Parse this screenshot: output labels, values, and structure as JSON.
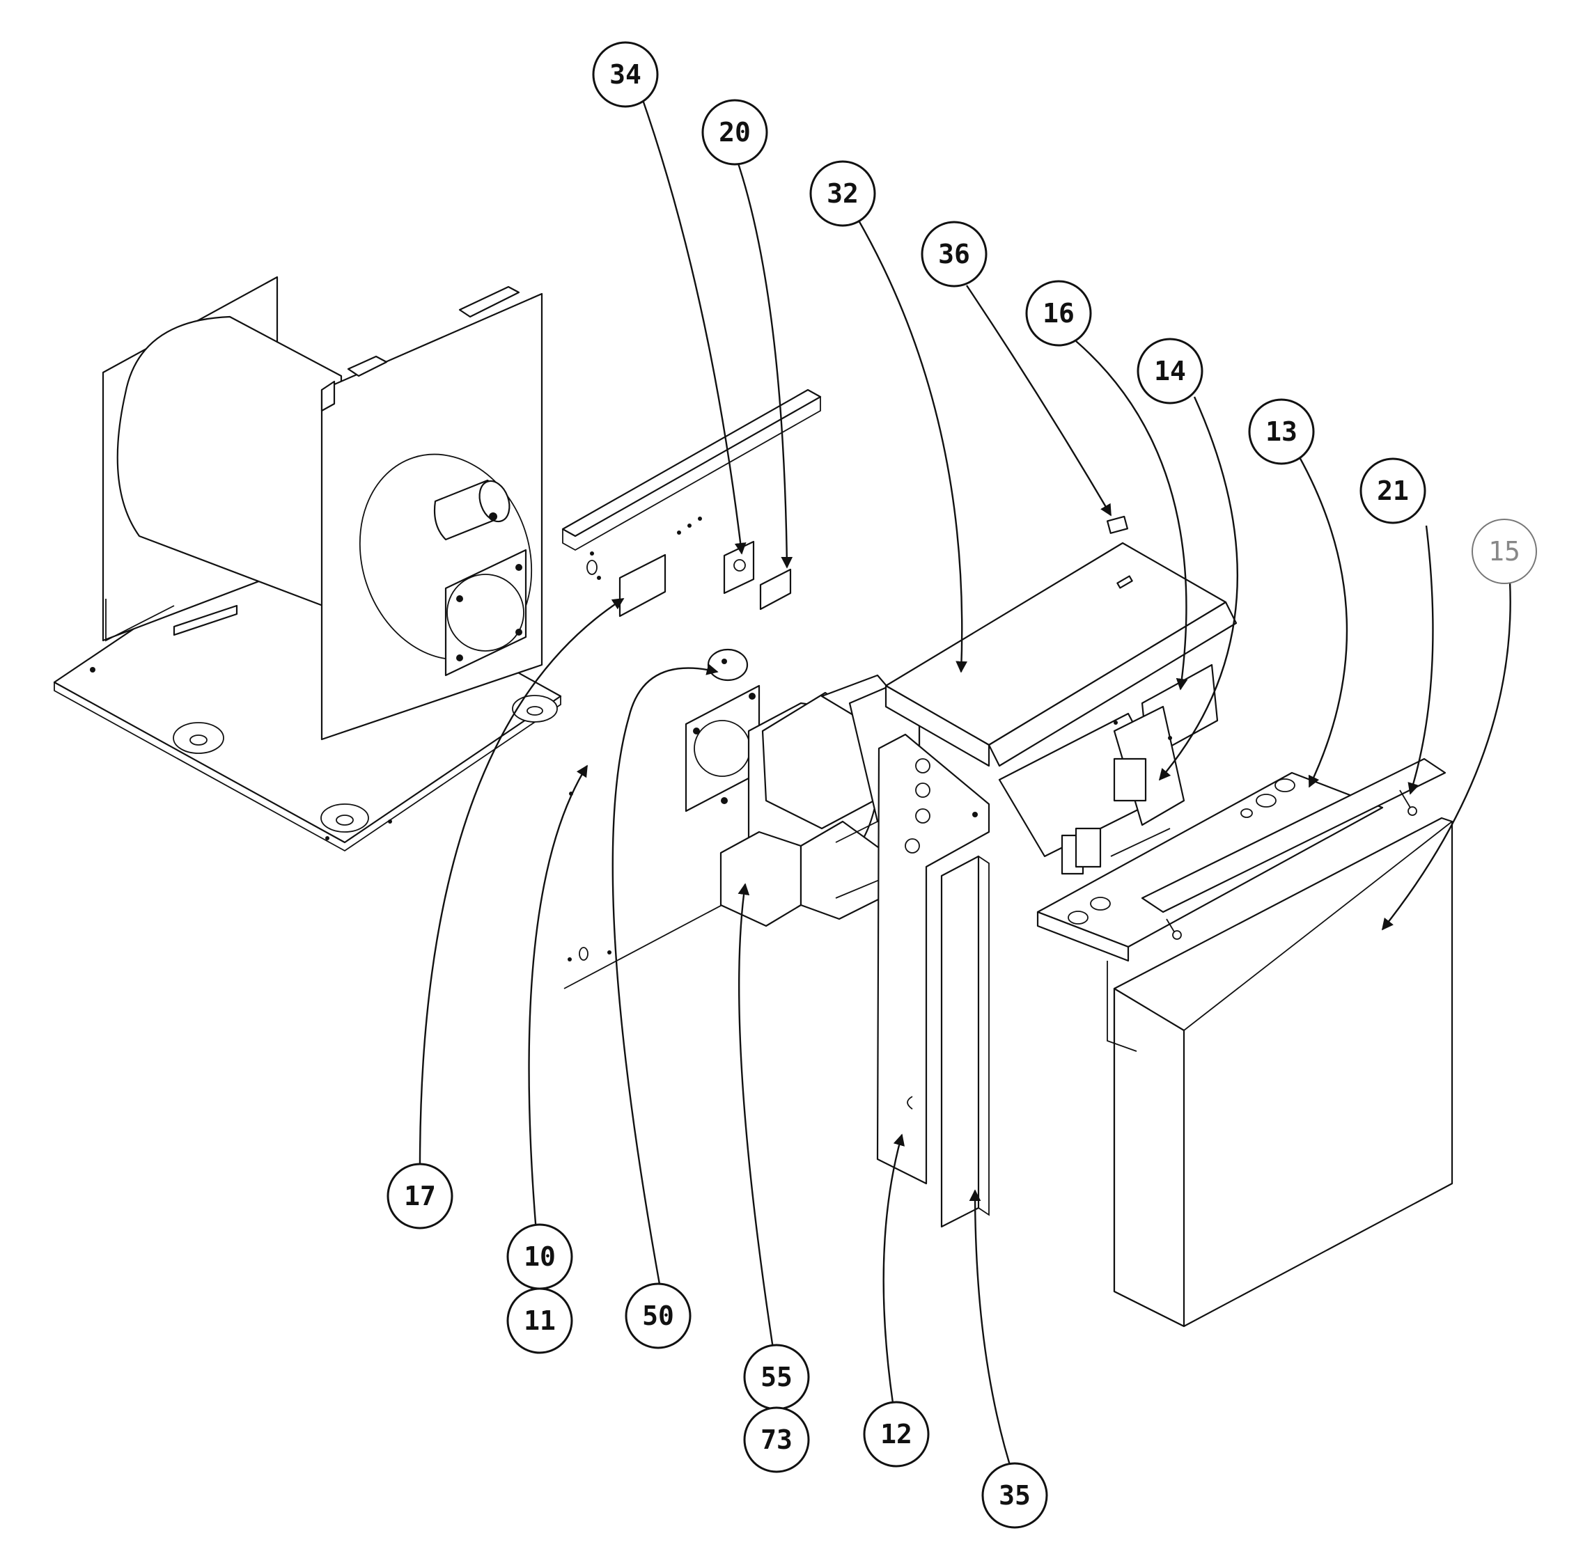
{
  "callouts": [
    {
      "id": "34",
      "label": "34"
    },
    {
      "id": "20",
      "label": "20"
    },
    {
      "id": "32",
      "label": "32"
    },
    {
      "id": "36",
      "label": "36"
    },
    {
      "id": "16",
      "label": "16"
    },
    {
      "id": "14",
      "label": "14"
    },
    {
      "id": "13",
      "label": "13"
    },
    {
      "id": "21",
      "label": "21"
    },
    {
      "id": "15",
      "label": "15"
    },
    {
      "id": "17",
      "label": "17"
    },
    {
      "id": "10",
      "label": "10"
    },
    {
      "id": "11",
      "label": "11"
    },
    {
      "id": "50",
      "label": "50"
    },
    {
      "id": "55",
      "label": "55"
    },
    {
      "id": "73",
      "label": "73"
    },
    {
      "id": "12",
      "label": "12"
    },
    {
      "id": "35",
      "label": "35"
    }
  ]
}
